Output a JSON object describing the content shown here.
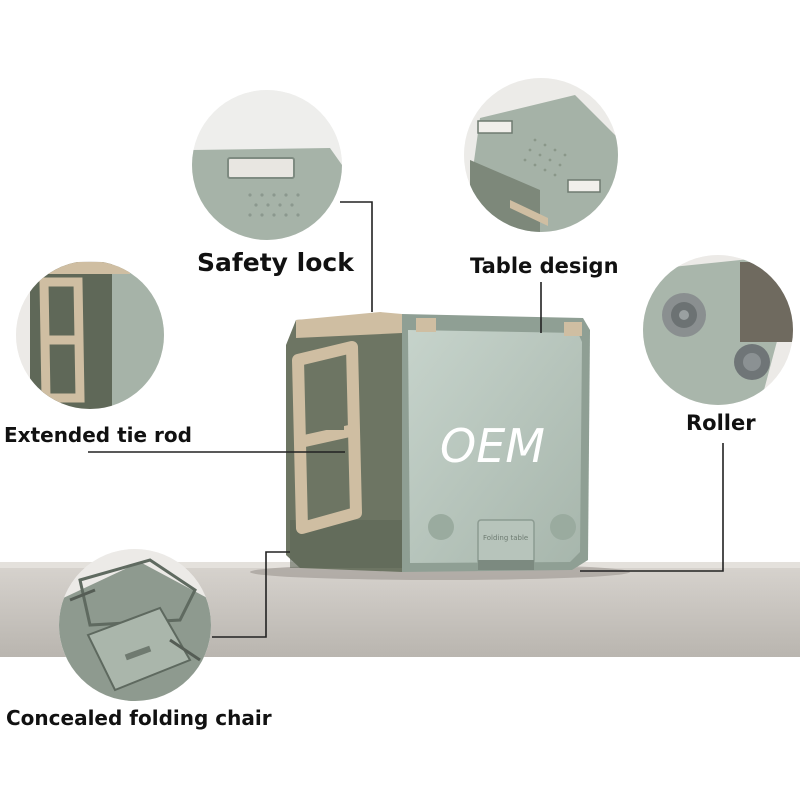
{
  "product": {
    "brand_text": "OEM",
    "front_plate_text": "Folding table",
    "colors": {
      "body_sage": "#a9b9ae",
      "body_dark_olive": "#6d7563",
      "handle_beige": "#cfbea2",
      "shelf_gray": "#c9c5bf"
    }
  },
  "callouts": {
    "safety_lock": "Safety lock",
    "table_design": "Table design",
    "extended_tie_rod": "Extended tie rod",
    "roller": "Roller",
    "concealed_folding_chair": "Concealed folding chair"
  }
}
